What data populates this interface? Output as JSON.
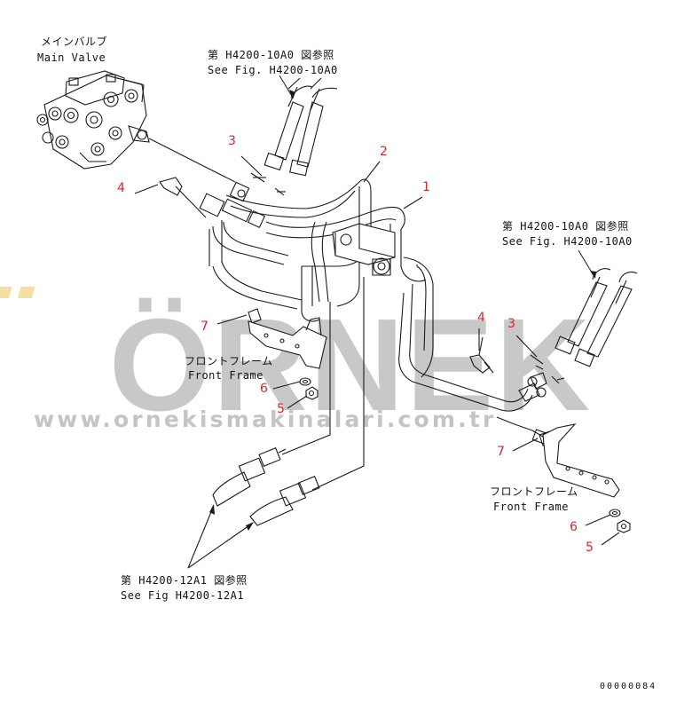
{
  "watermark": {
    "brand": "ÖRNEK",
    "url": "www.ornekismakinalari.com.tr",
    "brand_color": "#c8c8c8",
    "dot_color": "#f3dfa0"
  },
  "labels": {
    "main_valve_jp": "メインバルブ",
    "main_valve_en": "Main Valve",
    "ref_top_jp": "第 H4200-10A0 図参照",
    "ref_top_en": "See Fig. H4200-10A0",
    "ref_right_jp": "第 H4200-10A0 図参照",
    "ref_right_en": "See Fig. H4200-10A0",
    "front_frame_left_jp": "フロントフレーム",
    "front_frame_left_en": "Front Frame",
    "front_frame_right_jp": "フロントフレーム",
    "front_frame_right_en": "Front Frame",
    "ref_bottom_jp": "第 H4200-12A1 図参照",
    "ref_bottom_en": "See Fig H4200-12A1",
    "drawing_code": "00000084"
  },
  "callouts": {
    "c1": "1",
    "c2": "2",
    "c3_left": "3",
    "c4_left": "4",
    "c7_left": "7",
    "c6_left": "6",
    "c5_left": "5",
    "c4_right": "4",
    "c3_right": "3",
    "c7_right": "7",
    "c6_right": "6",
    "c5_right": "5"
  },
  "colors": {
    "line": "#1a1a1a",
    "callout": "#d8262b"
  }
}
